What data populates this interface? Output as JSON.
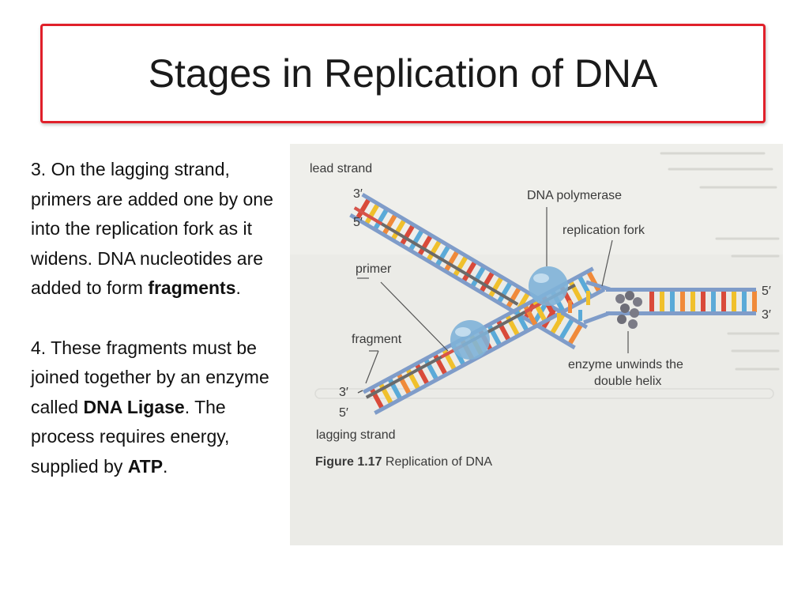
{
  "slide": {
    "title": "Stages in Replication of DNA"
  },
  "text": {
    "step3": {
      "pre": "3. On the lagging strand, primers are added one by one into the replication fork as it widens. DNA nucleotides are added to form ",
      "bold": "fragments",
      "post": "."
    },
    "step4": {
      "pre": "4. These fragments must be joined together by an enzyme called ",
      "bold1": "DNA Ligase",
      "mid": ". The process requires energy, supplied by ",
      "bold2": "ATP",
      "post": "."
    }
  },
  "figure": {
    "labels": {
      "lead_strand": "lead strand",
      "lagging_strand": "lagging strand",
      "dna_polymerase": "DNA polymerase",
      "replication_fork": "replication fork",
      "primer": "primer",
      "fragment": "fragment",
      "enzyme_line1": "enzyme unwinds the",
      "enzyme_line2": "double helix",
      "top_3": "3′",
      "top_5": "5′",
      "right_5": "5′",
      "right_3": "3′",
      "bottom_3": "3′",
      "bottom_5": "5′"
    },
    "caption": {
      "bold": "Figure 1.17",
      "text": " Replication of DNA"
    },
    "colors": {
      "backbone": "#7f9cc9",
      "rung_red": "#d94a3a",
      "rung_yellow": "#f0c02c",
      "rung_blue": "#5aaad8",
      "rung_orange": "#f08a3a",
      "primer": "#d9534a",
      "polymerase": "#7fb3d8",
      "helicase": "#7b7b86"
    }
  }
}
